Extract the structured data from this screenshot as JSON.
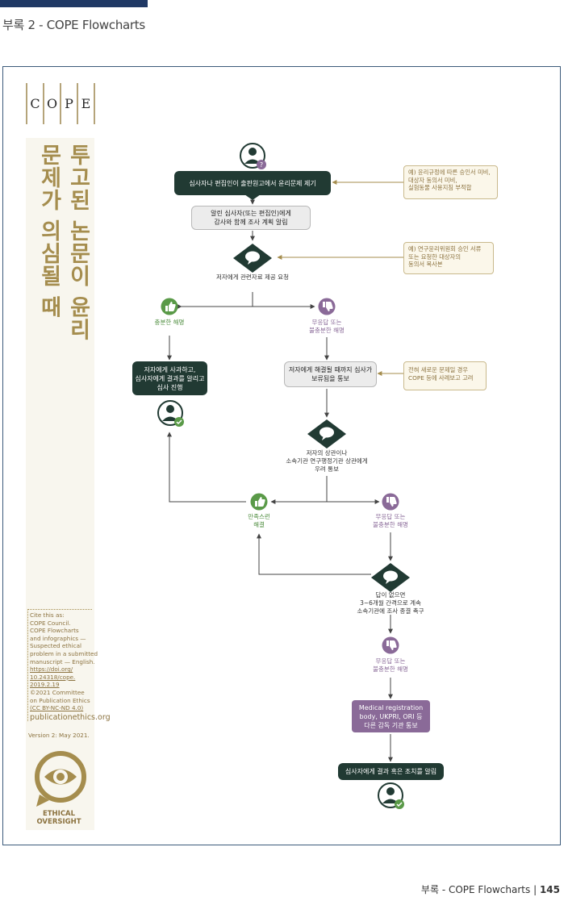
{
  "header": {
    "title": "부록 2 - COPE Flowcharts"
  },
  "footer": {
    "text": "부록 - COPE Flowcharts | ",
    "page": "145"
  },
  "sidebar": {
    "logo_letters": [
      "C",
      "O",
      "P",
      "E"
    ],
    "vertical_title": "투고된 논문이 윤리 문제가 의심될 때",
    "cite_lines": [
      "Cite this as:",
      "COPE Council.",
      "COPE Flowcharts",
      "and infographics —",
      "Suspected ethical",
      "problem in a submitted",
      "manuscript — English.",
      "https://doi.org/",
      "10.24318/cope.",
      "2019.2.19",
      "©2021 Committee",
      "on Publication Ethics",
      "(CC BY-NC-ND 4.0)"
    ],
    "website": "publicationethics.org",
    "version": "Version 2: May 2021.",
    "badge_line1": "ETHICAL",
    "badge_line2": "OVERSIGHT"
  },
  "flow": {
    "start_box": "심사자나 편집인이 출판원고에서 윤리문제 제기",
    "note1": [
      "예) 윤리규정에 따른 승인서 미비,",
      "대상자 동의서 미비,",
      "실험동물 사용지침 부적합"
    ],
    "inform_box": [
      "알린 심사자(또는 편집인)에게",
      "감사와 함께 조사 계획 알림"
    ],
    "note2": [
      "예) 연구윤리위원회 승인 서류",
      "또는 요청한 대상자의",
      "동의서 복사본"
    ],
    "request_label": "저자에게 관련자료 제공 요청",
    "sufficient_label": "충분한 해명",
    "insufficient_label1": [
      "무응답 또는",
      "불충분한 해명"
    ],
    "apology_box": [
      "저자에게 사과하고,",
      "심사자에게 결과를 알리고",
      "심사 진행"
    ],
    "hold_box": [
      "저자에게 해결될 때까지 심사가",
      "보류됨을 통보"
    ],
    "note3": [
      "전혀 새로운 문제일 경우",
      "COPE 등에 사례보고 고려"
    ],
    "notify_label": [
      "저자의 상관이나",
      "소속기관 연구행정기관 상관에게",
      "우려 통보"
    ],
    "satisfied_label": [
      "만족스런",
      "해결"
    ],
    "insufficient_label2": [
      "무응답 또는",
      "불충분한 해명"
    ],
    "followup_label": [
      "답이 없으면",
      "3~6개월 간격으로 계속",
      "소속기관에 조사 종결 촉구"
    ],
    "insufficient_label3": [
      "무응답 또는",
      "불충분한 해명"
    ],
    "regulator_box": [
      "Medical registration",
      "body, UKPRI, ORI 등",
      "다른 감독 기관 통보"
    ],
    "final_box": "심사자에게 결과 혹은 조치를 알림"
  },
  "colors": {
    "dark_box": "#213a33",
    "purple_box": "#8a6a98",
    "green_icon": "#5a9a48",
    "gold": "#a58d4e",
    "frame": "#3b5a7a"
  },
  "icons": [
    "person-question-icon",
    "speech-diamond-icon",
    "thumbs-up-icon",
    "thumbs-down-icon",
    "person-check-icon",
    "eye-icon"
  ]
}
